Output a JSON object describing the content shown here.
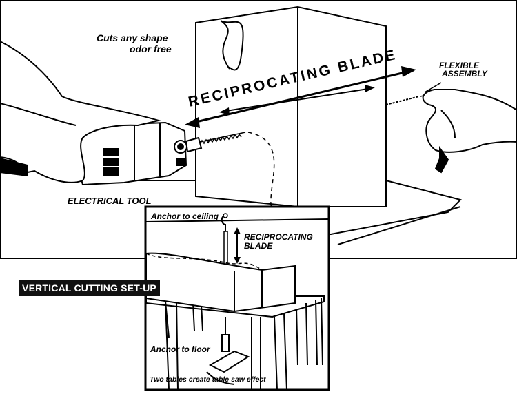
{
  "main_diagram": {
    "caption_line1": "Cuts any shape",
    "caption_line2": "odor free",
    "blade_label": "RECIPROCATING BLADE",
    "flexible_line1": "FLEXIBLE",
    "flexible_line2": "ASSEMBLY",
    "tool_label": "ELECTRICAL TOOL"
  },
  "inset": {
    "badge": "VERTICAL CUTTING SET-UP",
    "ceiling_label": "Anchor to ceiling",
    "blade_line1": "RECIPROCATING",
    "blade_line2": "BLADE",
    "floor_label": "Anchor to floor",
    "tables_caption": "Two tables create table saw effect"
  },
  "colors": {
    "ink": "#000000",
    "paper": "#ffffff",
    "badge_bg": "#111111"
  }
}
